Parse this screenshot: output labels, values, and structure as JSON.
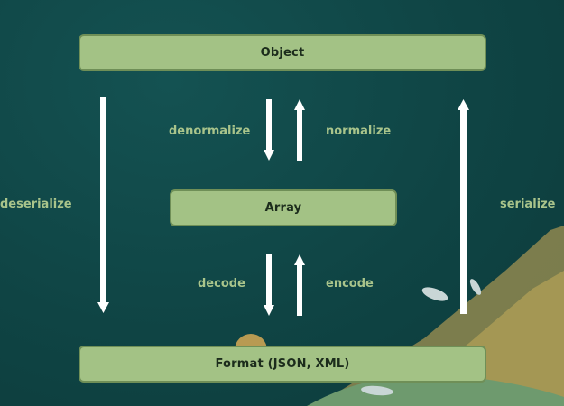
{
  "nodes": {
    "object": "Object",
    "array": "Array",
    "format": "Format (JSON, XML)"
  },
  "edges": {
    "deserialize": "deserialize",
    "serialize": "serialize",
    "denormalize": "denormalize",
    "normalize": "normalize",
    "decode": "decode",
    "encode": "encode"
  },
  "colors": {
    "background": "#0f4444",
    "node_fill": "#a3c285",
    "label_text": "#a9c48b",
    "arrow": "#ffffff",
    "decor_gold": "#b89a52",
    "decor_green": "#6e9a6e"
  }
}
